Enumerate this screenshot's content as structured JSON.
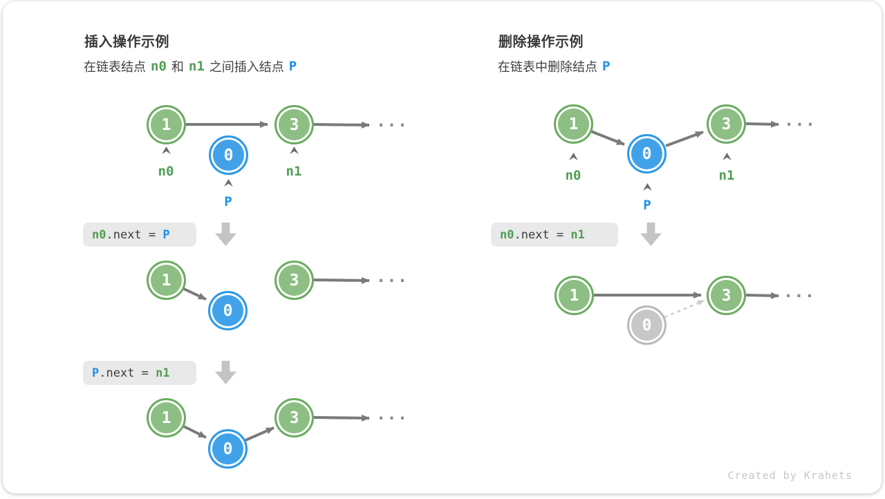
{
  "insert_panel": {
    "title": "插入操作示例",
    "subtitle": {
      "t1": "在链表结点",
      "n0": "n0",
      "and": "和",
      "n1": "n1",
      "t2": "之间插入结点",
      "p": "P"
    },
    "steps": {
      "s1": {
        "v1": "1",
        "v0": "0",
        "v3": "3",
        "label_n0": "n0",
        "label_p": "P",
        "label_n1": "n1",
        "ellipsis": "..."
      },
      "s2": {
        "v1": "1",
        "v0": "0",
        "v3": "3",
        "ellipsis": "..."
      },
      "s3": {
        "v1": "1",
        "v0": "0",
        "v3": "3",
        "ellipsis": "..."
      }
    },
    "code1": {
      "lhs": "n0",
      "mid": ".next = ",
      "rhs": "P"
    },
    "code2": {
      "lhs": "P",
      "mid": ".next = ",
      "rhs": "n1"
    }
  },
  "delete_panel": {
    "title": "删除操作示例",
    "subtitle": {
      "t1": "在链表中删除结点",
      "p": "P"
    },
    "steps": {
      "s1": {
        "v1": "1",
        "v0": "0",
        "v3": "3",
        "label_n0": "n0",
        "label_p": "P",
        "label_n1": "n1",
        "ellipsis": "..."
      },
      "s2": {
        "v1": "1",
        "v0": "0",
        "v3": "3",
        "ellipsis": "..."
      }
    },
    "code1": {
      "lhs": "n0",
      "mid": ".next = ",
      "rhs": "n1"
    }
  },
  "footer": {
    "credit": "Created by Krahets"
  },
  "colors": {
    "node_green_fill": "#8DBE83",
    "node_green_border": "#6BAC61",
    "node_blue_fill": "#41A2EA",
    "node_blue_border": "#2C99E8",
    "node_gray_fill": "#C7C7C7",
    "node_gray_border": "#B9B9B9",
    "text_green": "#4F9D53",
    "text_blue": "#1C90E8",
    "arrow_gray": "#7A7A7A",
    "arrow_dashed_gray": "#CCCCCC",
    "codebox_bg": "#E9E9E9",
    "code_text": "#3C3C3C",
    "block_arrow": "#C4C4C4",
    "credit_text": "#C6C6C6"
  }
}
